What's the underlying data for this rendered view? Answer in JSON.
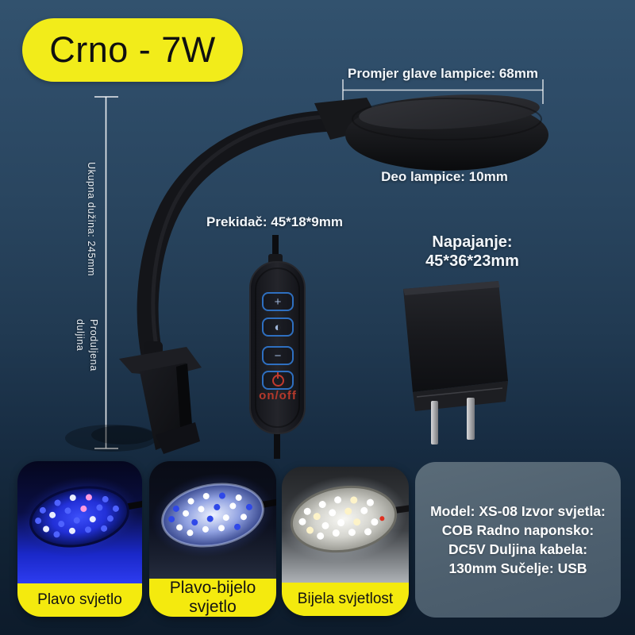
{
  "product": {
    "badge_label": "Crno - 7W"
  },
  "colors": {
    "background_top": "#32526e",
    "background_bottom": "#0d1b2b",
    "accent_yellow": "#f2ec1a",
    "band_yellow": "#f4ea0e",
    "button_outline_blue": "#2e6fc0",
    "power_red": "#c23a2e",
    "spec_panel_bg": "#4d5f6e",
    "label_text": "#ffffff"
  },
  "measurements": {
    "head_diameter": "Promjer glave lampice: 68mm",
    "head_depth": "Deo lampice: 10mm",
    "total_length": "Ukupna dužina: 245mm",
    "extended_length": "Produljena duljina",
    "switch_size": "Prekidač: 45*18*9mm",
    "adapter_title": "Napajanje:",
    "adapter_size": "45*36*23mm"
  },
  "switch": {
    "onoff_label": "on/off",
    "buttons": [
      {
        "name": "brightness-up",
        "glyph": "+"
      },
      {
        "name": "light-mode",
        "glyph": "◐"
      },
      {
        "name": "brightness-down",
        "glyph": "−"
      },
      {
        "name": "power"
      }
    ]
  },
  "light_modes": [
    {
      "label": "Plavo svjetlo"
    },
    {
      "label": "Plavo-bijelo svjetlo"
    },
    {
      "label": "Bijela svjetlost"
    }
  ],
  "spec_panel": {
    "text": "Model: XS-08 Izvor svjetla: COB Radno naponsko: DC5V Duljina kabela: 130mm Sučelje: USB"
  }
}
